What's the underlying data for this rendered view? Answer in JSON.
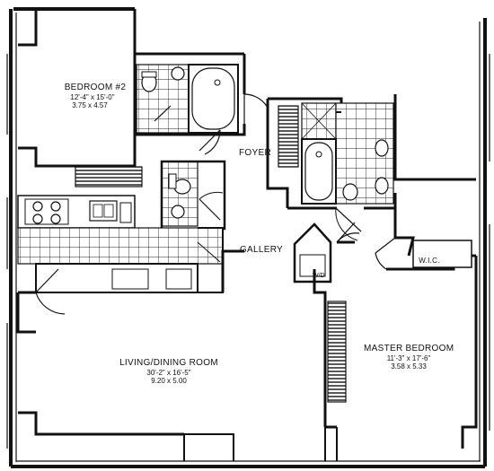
{
  "rooms": {
    "bedroom2": {
      "name": "BEDROOM #2",
      "dim_ft": "12'-4\" x 15'-0\"",
      "dim_m": "3.75 x 4.57"
    },
    "foyer": {
      "name": "FOYER"
    },
    "gallery": {
      "name": "GALLERY"
    },
    "wic": {
      "name": "W.I.C."
    },
    "living": {
      "name": "LIVING/DINING ROOM",
      "dim_ft": "30'-2\" x 16'-5\"",
      "dim_m": "9.20 x 5.00"
    },
    "master": {
      "name": "MASTER BEDROOM",
      "dim_ft": "11'-3\" x 17'-6\"",
      "dim_m": "3.58 x 5.33"
    }
  },
  "fixtures": {
    "washer_dryer": "W/D"
  }
}
